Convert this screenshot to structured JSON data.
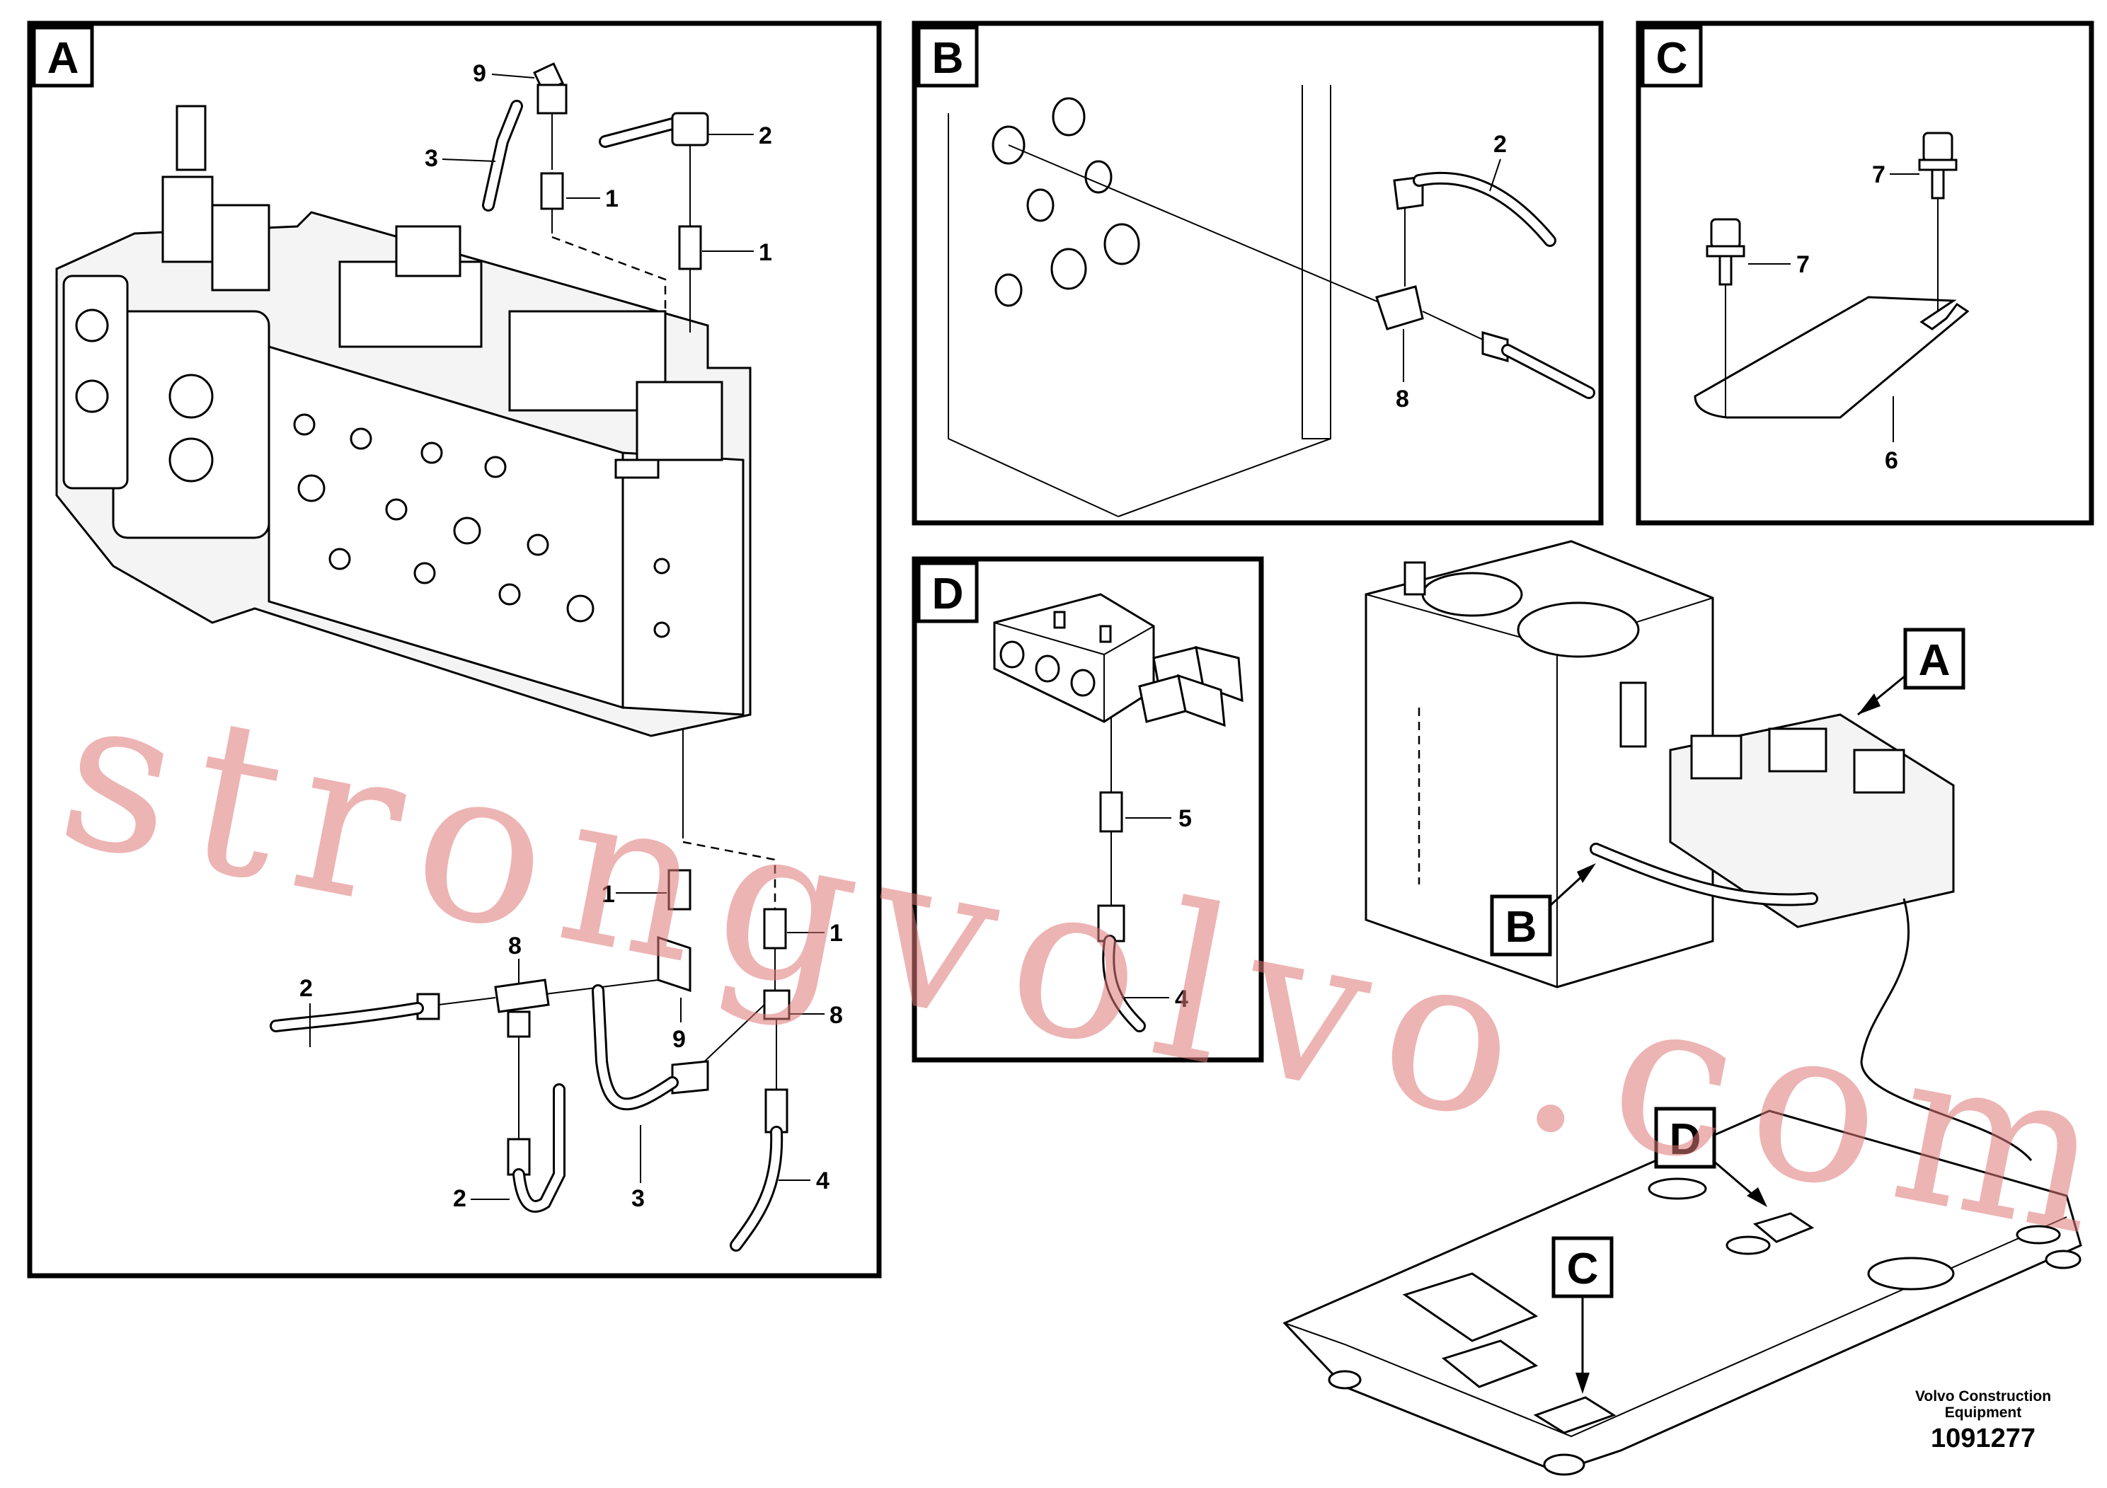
{
  "panels": {
    "A": {
      "tag": "A",
      "callouts": [
        "9",
        "3",
        "1",
        "2",
        "1",
        "1",
        "1",
        "8",
        "2",
        "9",
        "8",
        "2",
        "3",
        "4"
      ]
    },
    "B": {
      "tag": "B",
      "callouts": [
        "2",
        "8"
      ]
    },
    "C": {
      "tag": "C",
      "callouts": [
        "7",
        "7",
        "6"
      ]
    },
    "D": {
      "tag": "D",
      "callouts": [
        "5",
        "4"
      ]
    }
  },
  "overview_tags": [
    "A",
    "B",
    "D",
    "C"
  ],
  "watermark": "strongvolvo.com",
  "footer": {
    "company_line1": "Volvo Construction",
    "company_line2": "Equipment",
    "drawing_number": "1091277"
  }
}
